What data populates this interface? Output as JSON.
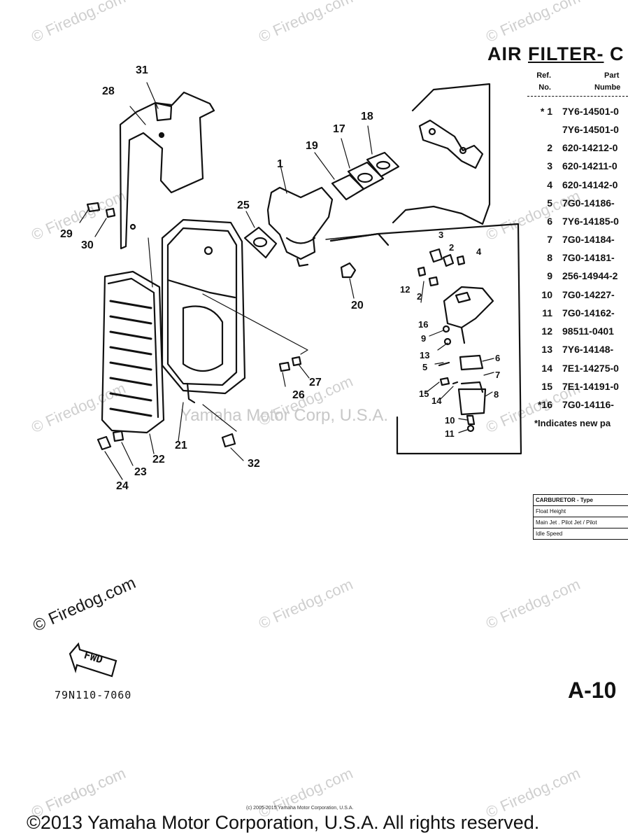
{
  "title": {
    "prefix": "AIR ",
    "underlined": "FILTER-",
    "suffix": " C"
  },
  "table_header": {
    "ref": "Ref.",
    "no": "No.",
    "part": "Part",
    "number": "Numbe"
  },
  "parts": [
    {
      "ref": "* 1",
      "part": "7Y6-14501-0"
    },
    {
      "ref": "",
      "part": "7Y6-14501-0"
    },
    {
      "ref": "2",
      "part": "620-14212-0"
    },
    {
      "ref": "3",
      "part": "620-14211-0"
    },
    {
      "ref": "4",
      "part": "620-14142-0"
    },
    {
      "ref": "5",
      "part": "7G0-14186-"
    },
    {
      "ref": "6",
      "part": "7Y6-14185-0"
    },
    {
      "ref": "7",
      "part": "7G0-14184-"
    },
    {
      "ref": "8",
      "part": "7G0-14181-"
    },
    {
      "ref": "9",
      "part": "256-14944-2"
    },
    {
      "ref": "10",
      "part": "7G0-14227-"
    },
    {
      "ref": "11",
      "part": "7G0-14162-"
    },
    {
      "ref": "12",
      "part": "98511-0401"
    },
    {
      "ref": "13",
      "part": "7Y6-14148-"
    },
    {
      "ref": "14",
      "part": "7E1-14275-0"
    },
    {
      "ref": "15",
      "part": "7E1-14191-0"
    },
    {
      "ref": "*16",
      "part": "7G0-14116-"
    }
  ],
  "note": "*Indicates new pa",
  "carb_table": [
    "CARBURETOR - Type",
    "Float Height",
    "Main Jet . Pilot Jet / Pilot",
    "Idle Speed"
  ],
  "callouts": {
    "c31": "31",
    "c28": "28",
    "c1": "1",
    "c17": "17",
    "c18": "18",
    "c19": "19",
    "c25": "25",
    "c29": "29",
    "c30": "30",
    "c20": "20",
    "c27": "27",
    "c26": "26",
    "c21": "21",
    "c22": "22",
    "c23": "23",
    "c24": "24",
    "c32": "32",
    "d3": "3",
    "d2a": "2",
    "d4": "4",
    "d12": "12",
    "d2b": "2",
    "d16": "16",
    "d9": "9",
    "d13": "13",
    "d6": "6",
    "d5": "5",
    "d7": "7",
    "d15": "15",
    "d14": "14",
    "d8": "8",
    "d10": "10",
    "d11": "11"
  },
  "fwd_label": "FWD",
  "watermark": "© Firedog.com",
  "ymc_watermark": "Yamaha Motor Corp, U.S.A.",
  "page_id": "A-10",
  "drawing_code": "79N110-7060",
  "small_copyright": "(c) 2005-2015 Yamaha Motor Corporation, U.S.A.",
  "footer": "©2013 Yamaha Motor Corporation, U.S.A. All rights reserved."
}
